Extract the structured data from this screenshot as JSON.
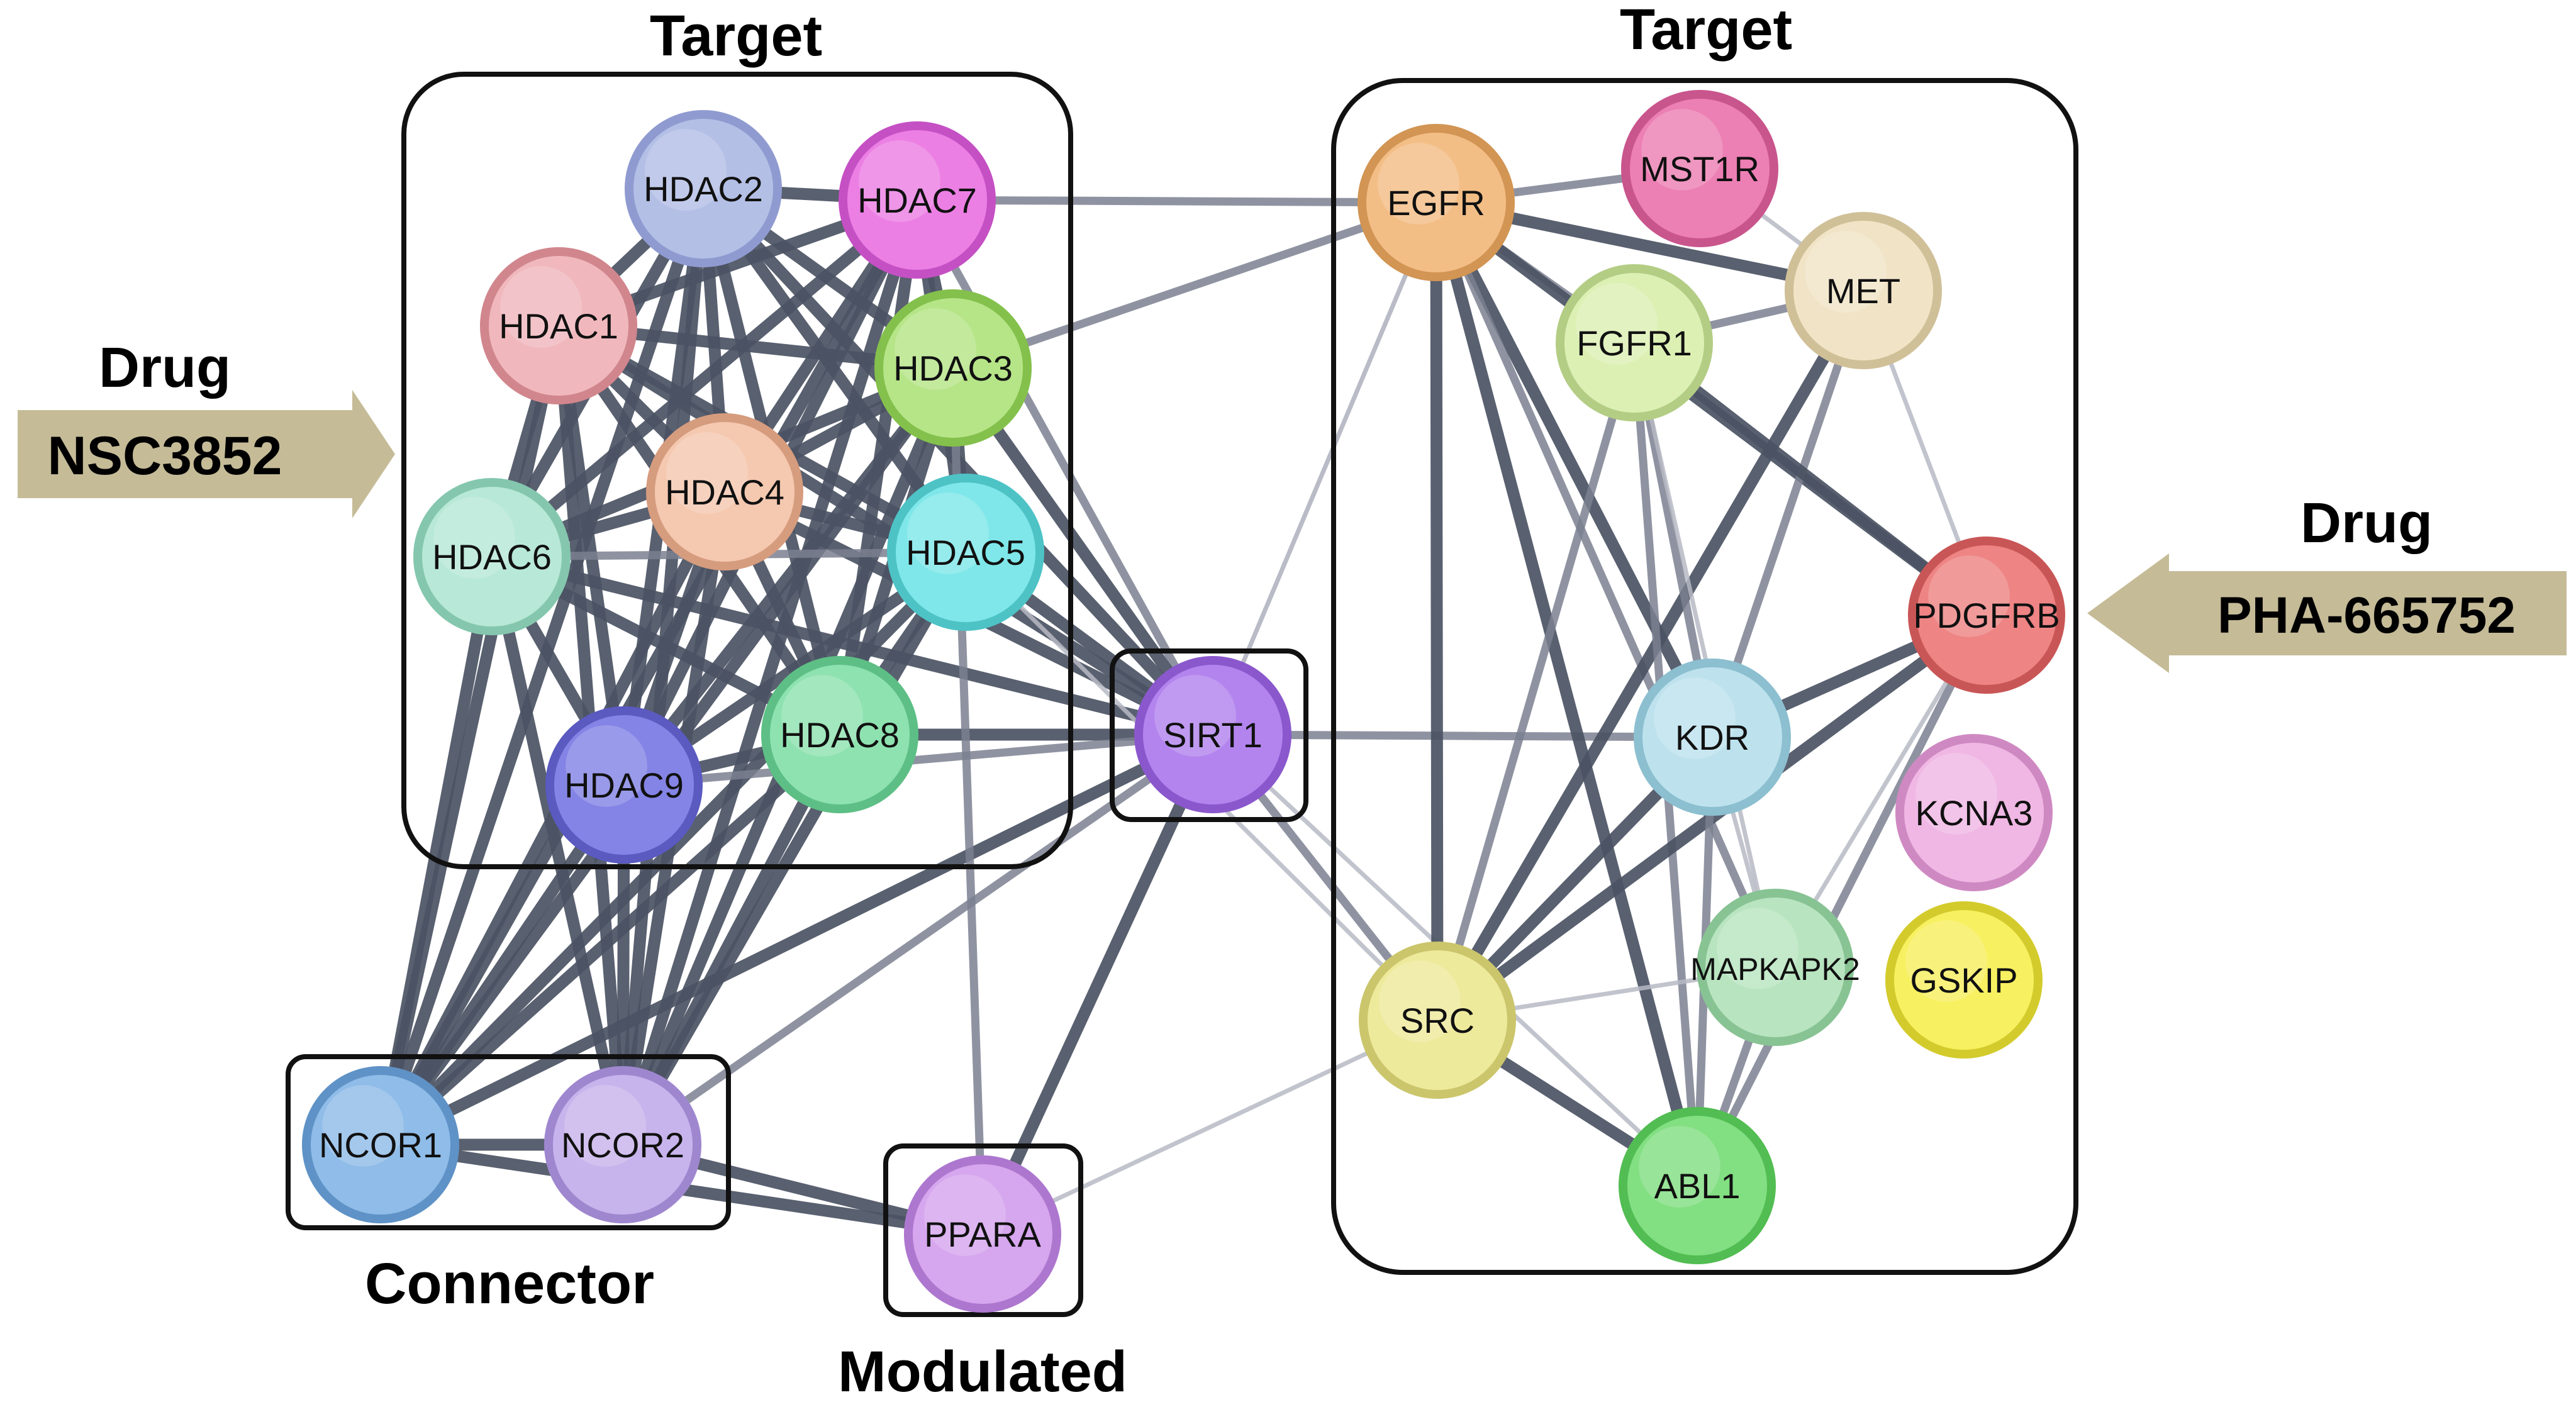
{
  "headings": {
    "target_left": "Target",
    "target_right": "Target",
    "connector": "Connector",
    "modulated": "Modulated"
  },
  "drugs": {
    "left": {
      "title": "Drug",
      "name": "NSC3852"
    },
    "right": {
      "title": "Drug",
      "name": "PHA-665752"
    }
  },
  "colors": {
    "edge": "#4b5263",
    "arrow_fill": "#c5bb97",
    "box_stroke": "#111111"
  },
  "nodes": [
    {
      "id": "HDAC2",
      "label": "HDAC2",
      "fill": "#b4bfe6",
      "stroke": "#8f9bd0"
    },
    {
      "id": "HDAC7",
      "label": "HDAC7",
      "fill": "#ec7fe4",
      "stroke": "#c550c4"
    },
    {
      "id": "HDAC1",
      "label": "HDAC1",
      "fill": "#f0b8bd",
      "stroke": "#d1868d"
    },
    {
      "id": "HDAC3",
      "label": "HDAC3",
      "fill": "#b6e588",
      "stroke": "#84c14c"
    },
    {
      "id": "HDAC4",
      "label": "HDAC4",
      "fill": "#f5c8b0",
      "stroke": "#d69c7e"
    },
    {
      "id": "HDAC6",
      "label": "HDAC6",
      "fill": "#b8e8d7",
      "stroke": "#84c7ae"
    },
    {
      "id": "HDAC5",
      "label": "HDAC5",
      "fill": "#7fe7ea",
      "stroke": "#4ec3c6"
    },
    {
      "id": "HDAC8",
      "label": "HDAC8",
      "fill": "#8ee2b0",
      "stroke": "#5dbf85"
    },
    {
      "id": "HDAC9",
      "label": "HDAC9",
      "fill": "#8484e6",
      "stroke": "#5a5ac0"
    },
    {
      "id": "SIRT1",
      "label": "SIRT1",
      "fill": "#b384ee",
      "stroke": "#8a58cc"
    },
    {
      "id": "NCOR1",
      "label": "NCOR1",
      "fill": "#8fbce8",
      "stroke": "#5f92c6"
    },
    {
      "id": "NCOR2",
      "label": "NCOR2",
      "fill": "#c8b4ec",
      "stroke": "#9f87cf"
    },
    {
      "id": "PPARA",
      "label": "PPARA",
      "fill": "#d6a6ee",
      "stroke": "#ad77cf"
    },
    {
      "id": "EGFR",
      "label": "EGFR",
      "fill": "#f3be86",
      "stroke": "#d29554"
    },
    {
      "id": "MST1R",
      "label": "MST1R",
      "fill": "#ec7fb4",
      "stroke": "#c9558d"
    },
    {
      "id": "MET",
      "label": "MET",
      "fill": "#f1e4c6",
      "stroke": "#d0c098"
    },
    {
      "id": "FGFR1",
      "label": "FGFR1",
      "fill": "#dcf0b4",
      "stroke": "#b3cd84"
    },
    {
      "id": "PDGFRB",
      "label": "PDGFRB",
      "fill": "#ee8484",
      "stroke": "#c95656"
    },
    {
      "id": "KDR",
      "label": "KDR",
      "fill": "#bde2ed",
      "stroke": "#8cbfd0"
    },
    {
      "id": "KCNA3",
      "label": "KCNA3",
      "fill": "#f0b7e4",
      "stroke": "#cf89c2"
    },
    {
      "id": "MAPKAPK2",
      "label": "MAPKAPK2",
      "fill": "#b8e4c0",
      "stroke": "#88c393"
    },
    {
      "id": "GSKIP",
      "label": "GSKIP",
      "fill": "#f7f060",
      "stroke": "#d3cb2c"
    },
    {
      "id": "SRC",
      "label": "SRC",
      "fill": "#eeea9c",
      "stroke": "#cbc66c"
    },
    {
      "id": "ABL1",
      "label": "ABL1",
      "fill": "#82df82",
      "stroke": "#52bd52"
    }
  ],
  "edges": [
    [
      "HDAC2",
      "HDAC7",
      3
    ],
    [
      "HDAC2",
      "HDAC1",
      3
    ],
    [
      "HDAC2",
      "HDAC3",
      3
    ],
    [
      "HDAC2",
      "HDAC4",
      3
    ],
    [
      "HDAC2",
      "HDAC6",
      3
    ],
    [
      "HDAC2",
      "HDAC5",
      3
    ],
    [
      "HDAC2",
      "HDAC8",
      3
    ],
    [
      "HDAC2",
      "HDAC9",
      3
    ],
    [
      "HDAC2",
      "SIRT1",
      3
    ],
    [
      "HDAC2",
      "NCOR1",
      3
    ],
    [
      "HDAC2",
      "NCOR2",
      3
    ],
    [
      "HDAC7",
      "HDAC1",
      3
    ],
    [
      "HDAC7",
      "HDAC3",
      3
    ],
    [
      "HDAC7",
      "HDAC4",
      3
    ],
    [
      "HDAC7",
      "HDAC6",
      3
    ],
    [
      "HDAC7",
      "HDAC5",
      3
    ],
    [
      "HDAC7",
      "HDAC8",
      3
    ],
    [
      "HDAC7",
      "HDAC9",
      3
    ],
    [
      "HDAC7",
      "SIRT1",
      2
    ],
    [
      "HDAC7",
      "NCOR1",
      3
    ],
    [
      "HDAC7",
      "NCOR2",
      3
    ],
    [
      "HDAC7",
      "EGFR",
      2
    ],
    [
      "HDAC1",
      "HDAC3",
      3
    ],
    [
      "HDAC1",
      "HDAC4",
      3
    ],
    [
      "HDAC1",
      "HDAC6",
      3
    ],
    [
      "HDAC1",
      "HDAC5",
      3
    ],
    [
      "HDAC1",
      "HDAC8",
      3
    ],
    [
      "HDAC1",
      "HDAC9",
      3
    ],
    [
      "HDAC1",
      "SIRT1",
      3
    ],
    [
      "HDAC1",
      "NCOR1",
      3
    ],
    [
      "HDAC1",
      "NCOR2",
      3
    ],
    [
      "HDAC3",
      "HDAC4",
      3
    ],
    [
      "HDAC3",
      "HDAC6",
      3
    ],
    [
      "HDAC3",
      "HDAC5",
      3
    ],
    [
      "HDAC3",
      "HDAC8",
      3
    ],
    [
      "HDAC3",
      "HDAC9",
      3
    ],
    [
      "HDAC3",
      "SIRT1",
      3
    ],
    [
      "HDAC3",
      "NCOR1",
      3
    ],
    [
      "HDAC3",
      "NCOR2",
      3
    ],
    [
      "HDAC3",
      "EGFR",
      2
    ],
    [
      "HDAC4",
      "HDAC6",
      3
    ],
    [
      "HDAC4",
      "HDAC5",
      3
    ],
    [
      "HDAC4",
      "HDAC8",
      3
    ],
    [
      "HDAC4",
      "HDAC9",
      3
    ],
    [
      "HDAC4",
      "SIRT1",
      3
    ],
    [
      "HDAC4",
      "NCOR1",
      3
    ],
    [
      "HDAC4",
      "NCOR2",
      3
    ],
    [
      "HDAC6",
      "HDAC5",
      2
    ],
    [
      "HDAC6",
      "HDAC8",
      3
    ],
    [
      "HDAC6",
      "HDAC9",
      3
    ],
    [
      "HDAC6",
      "SIRT1",
      3
    ],
    [
      "HDAC6",
      "NCOR1",
      3
    ],
    [
      "HDAC6",
      "NCOR2",
      3
    ],
    [
      "HDAC5",
      "HDAC8",
      3
    ],
    [
      "HDAC5",
      "HDAC9",
      3
    ],
    [
      "HDAC5",
      "SIRT1",
      3
    ],
    [
      "HDAC5",
      "NCOR1",
      3
    ],
    [
      "HDAC5",
      "NCOR2",
      3
    ],
    [
      "HDAC5",
      "SRC",
      1
    ],
    [
      "HDAC8",
      "HDAC9",
      3
    ],
    [
      "HDAC8",
      "SIRT1",
      3
    ],
    [
      "HDAC8",
      "NCOR1",
      3
    ],
    [
      "HDAC8",
      "NCOR2",
      3
    ],
    [
      "HDAC9",
      "SIRT1",
      2
    ],
    [
      "HDAC9",
      "NCOR1",
      3
    ],
    [
      "HDAC9",
      "NCOR2",
      3
    ],
    [
      "SIRT1",
      "NCOR1",
      3
    ],
    [
      "SIRT1",
      "NCOR2",
      2
    ],
    [
      "SIRT1",
      "PPARA",
      3
    ],
    [
      "SIRT1",
      "EGFR",
      1
    ],
    [
      "SIRT1",
      "KDR",
      2
    ],
    [
      "SIRT1",
      "SRC",
      2
    ],
    [
      "SIRT1",
      "ABL1",
      1
    ],
    [
      "NCOR1",
      "NCOR2",
      3
    ],
    [
      "NCOR1",
      "PPARA",
      3
    ],
    [
      "NCOR2",
      "PPARA",
      3
    ],
    [
      "PPARA",
      "SRC",
      1
    ],
    [
      "PPARA",
      "HDAC3",
      2
    ],
    [
      "EGFR",
      "MST1R",
      2
    ],
    [
      "EGFR",
      "MET",
      3
    ],
    [
      "EGFR",
      "FGFR1",
      2
    ],
    [
      "EGFR",
      "PDGFRB",
      3
    ],
    [
      "EGFR",
      "KDR",
      3
    ],
    [
      "EGFR",
      "SRC",
      3
    ],
    [
      "EGFR",
      "ABL1",
      3
    ],
    [
      "EGFR",
      "MAPKAPK2",
      2
    ],
    [
      "EGFR",
      "SIRT1",
      1
    ],
    [
      "MST1R",
      "MET",
      1
    ],
    [
      "MET",
      "FGFR1",
      2
    ],
    [
      "MET",
      "SRC",
      3
    ],
    [
      "MET",
      "KDR",
      2
    ],
    [
      "MET",
      "PDGFRB",
      1
    ],
    [
      "FGFR1",
      "PDGFRB",
      3
    ],
    [
      "FGFR1",
      "KDR",
      2
    ],
    [
      "FGFR1",
      "SRC",
      2
    ],
    [
      "FGFR1",
      "ABL1",
      2
    ],
    [
      "FGFR1",
      "MAPKAPK2",
      1
    ],
    [
      "PDGFRB",
      "KDR",
      3
    ],
    [
      "PDGFRB",
      "SRC",
      3
    ],
    [
      "PDGFRB",
      "ABL1",
      2
    ],
    [
      "PDGFRB",
      "MAPKAPK2",
      1
    ],
    [
      "KDR",
      "SRC",
      3
    ],
    [
      "KDR",
      "ABL1",
      2
    ],
    [
      "KDR",
      "MAPKAPK2",
      1
    ],
    [
      "MAPKAPK2",
      "SRC",
      1
    ],
    [
      "MAPKAPK2",
      "ABL1",
      2
    ],
    [
      "SRC",
      "ABL1",
      3
    ]
  ]
}
